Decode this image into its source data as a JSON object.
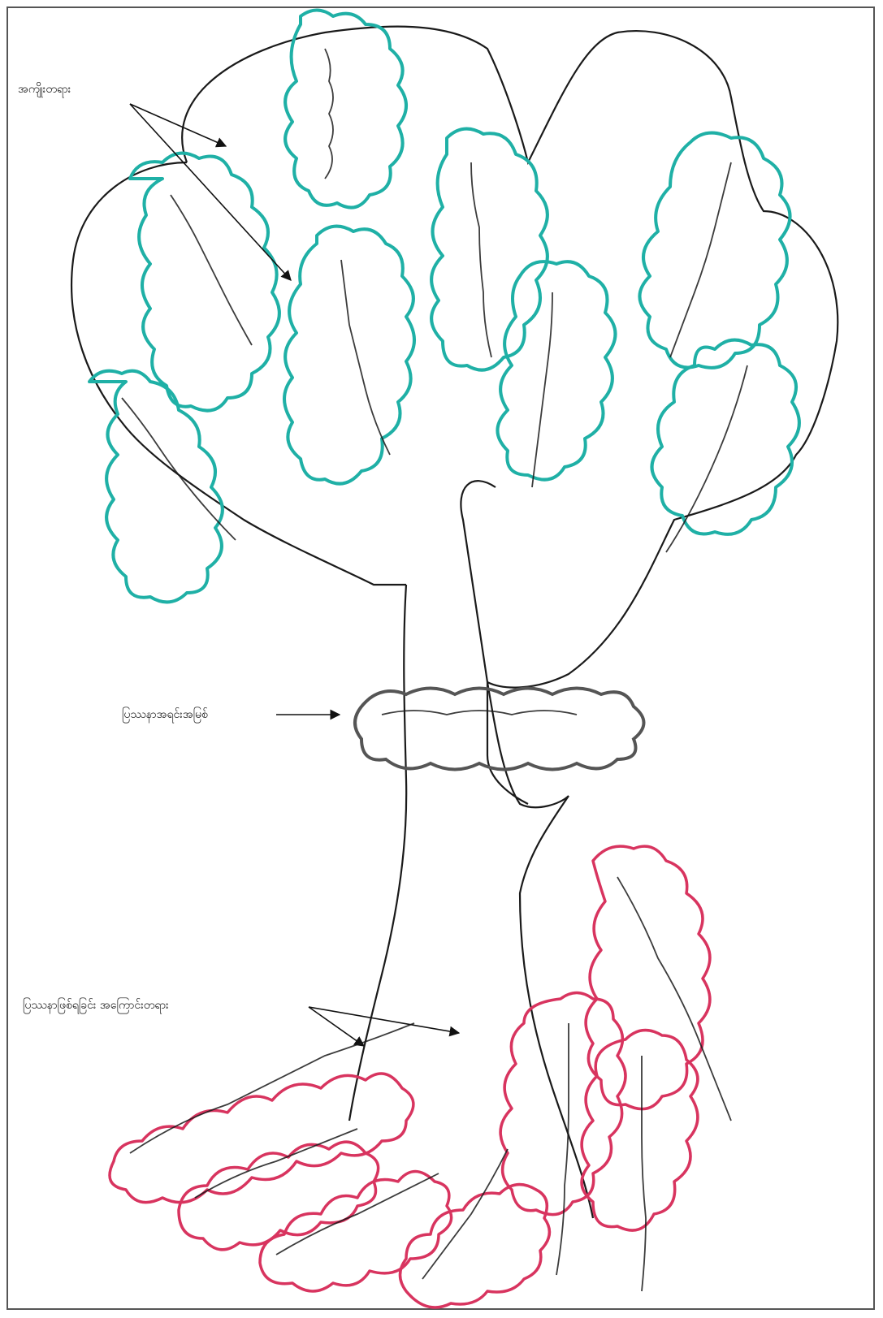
{
  "labels": {
    "effects": "အကျိုးတရား",
    "core_problem": "ပြဿနာအရင်းအမြစ်",
    "causes": "ပြဿနာဖြစ်ရခြင်း အကြောင်းတရား"
  },
  "colors": {
    "ink": "#1a1a1a",
    "leaf_outline": "#1fb0a6",
    "root_outline": "#d8345f",
    "core_outline": "#555555"
  }
}
